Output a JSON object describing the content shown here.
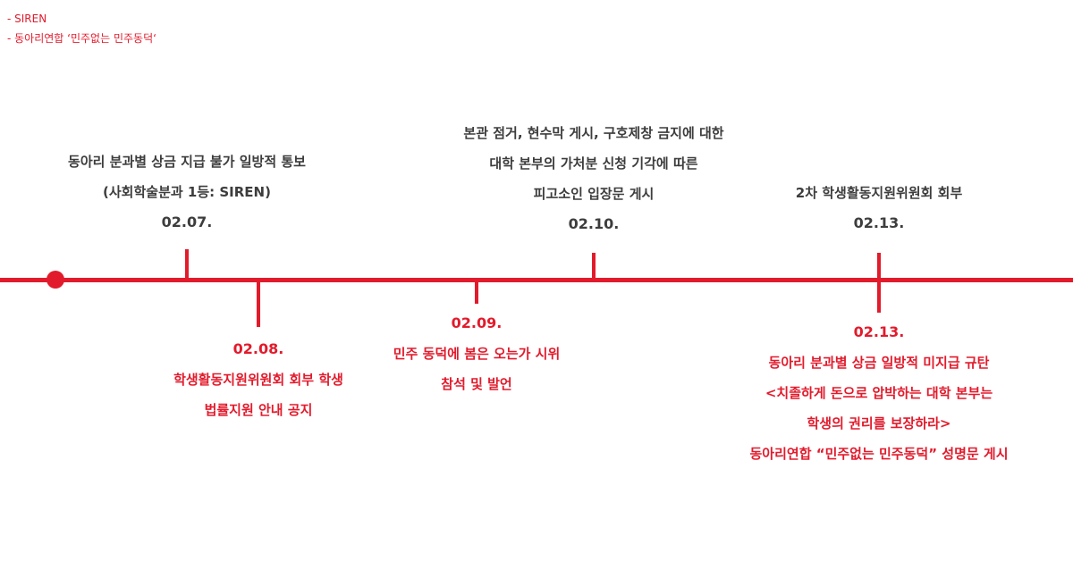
{
  "legend": [
    "- SIREN",
    "- 동아리연합 ‘민주없는 민주동덕‘"
  ],
  "events": [
    {
      "date": "02.07.",
      "lines": [
        "동아리 분과별 상금 지급 불가 일방적 통보",
        "(사회학술분과 1등: SIREN)"
      ]
    },
    {
      "date": "02.08.",
      "lines": [
        "학생활동지원위원회 회부 학생",
        "법률지원 안내 공지"
      ]
    },
    {
      "date": "02.09.",
      "lines": [
        "민주 동덕에 봄은 오는가 시위",
        "참석 및 발언"
      ]
    },
    {
      "date": "02.10.",
      "lines": [
        "본관 점거, 현수막 게시, 구호제창 금지에 대한",
        "대학 본부의 가처분 신청 기각에 따른",
        "피고소인 입장문 게시"
      ]
    },
    {
      "date": "02.13.",
      "lines": [
        "2차 학생활동지원위원회 회부"
      ]
    },
    {
      "date": "02.13.",
      "lines": [
        "동아리 분과별 상금 일방적 미지급 규탄",
        "<치졸하게 돈으로 압박하는 대학 본부는",
        "학생의 권리를 보장하라>",
        "동아리연합 “민주없는 민주동덕” 성명문 게시"
      ]
    }
  ],
  "colors": {
    "accent": "#e21b2c",
    "text_dark": "#3d3d3d"
  }
}
